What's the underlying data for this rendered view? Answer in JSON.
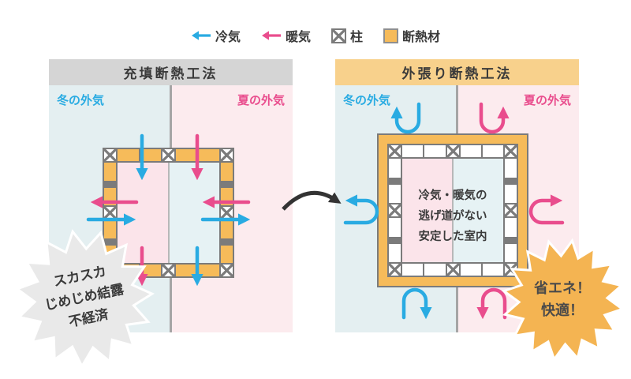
{
  "legend": {
    "cold_label": "冷気",
    "warm_label": "暖気",
    "pillar_label": "柱",
    "insulation_label": "断熱材"
  },
  "left_panel": {
    "title": "充填断熱工法",
    "winter_label": "冬の外気",
    "summer_label": "夏の外気",
    "badge_lines": [
      "スカスカ",
      "じめじめ結露",
      "不経済"
    ]
  },
  "right_panel": {
    "title": "外張り断熱工法",
    "winter_label": "冬の外気",
    "summer_label": "夏の外気",
    "room_lines": [
      "冷気・暖気の",
      "逃げ道がない",
      "安定した室内"
    ],
    "badge_lines": [
      "省エネ！",
      "快適！"
    ]
  },
  "colors": {
    "cold_blue": "#29abe2",
    "warm_pink": "#e94d8d",
    "insulation_orange": "#f6bb5a",
    "frame_gray": "#7b7b7b",
    "left_header_bg": "#d5d5d5",
    "right_header_bg": "#f8d18c",
    "winter_bg": "#e4eff1",
    "summer_bg": "#fcebee",
    "left_badge_bg": "#e9e9e9",
    "right_badge_bg": "#f4b452"
  }
}
